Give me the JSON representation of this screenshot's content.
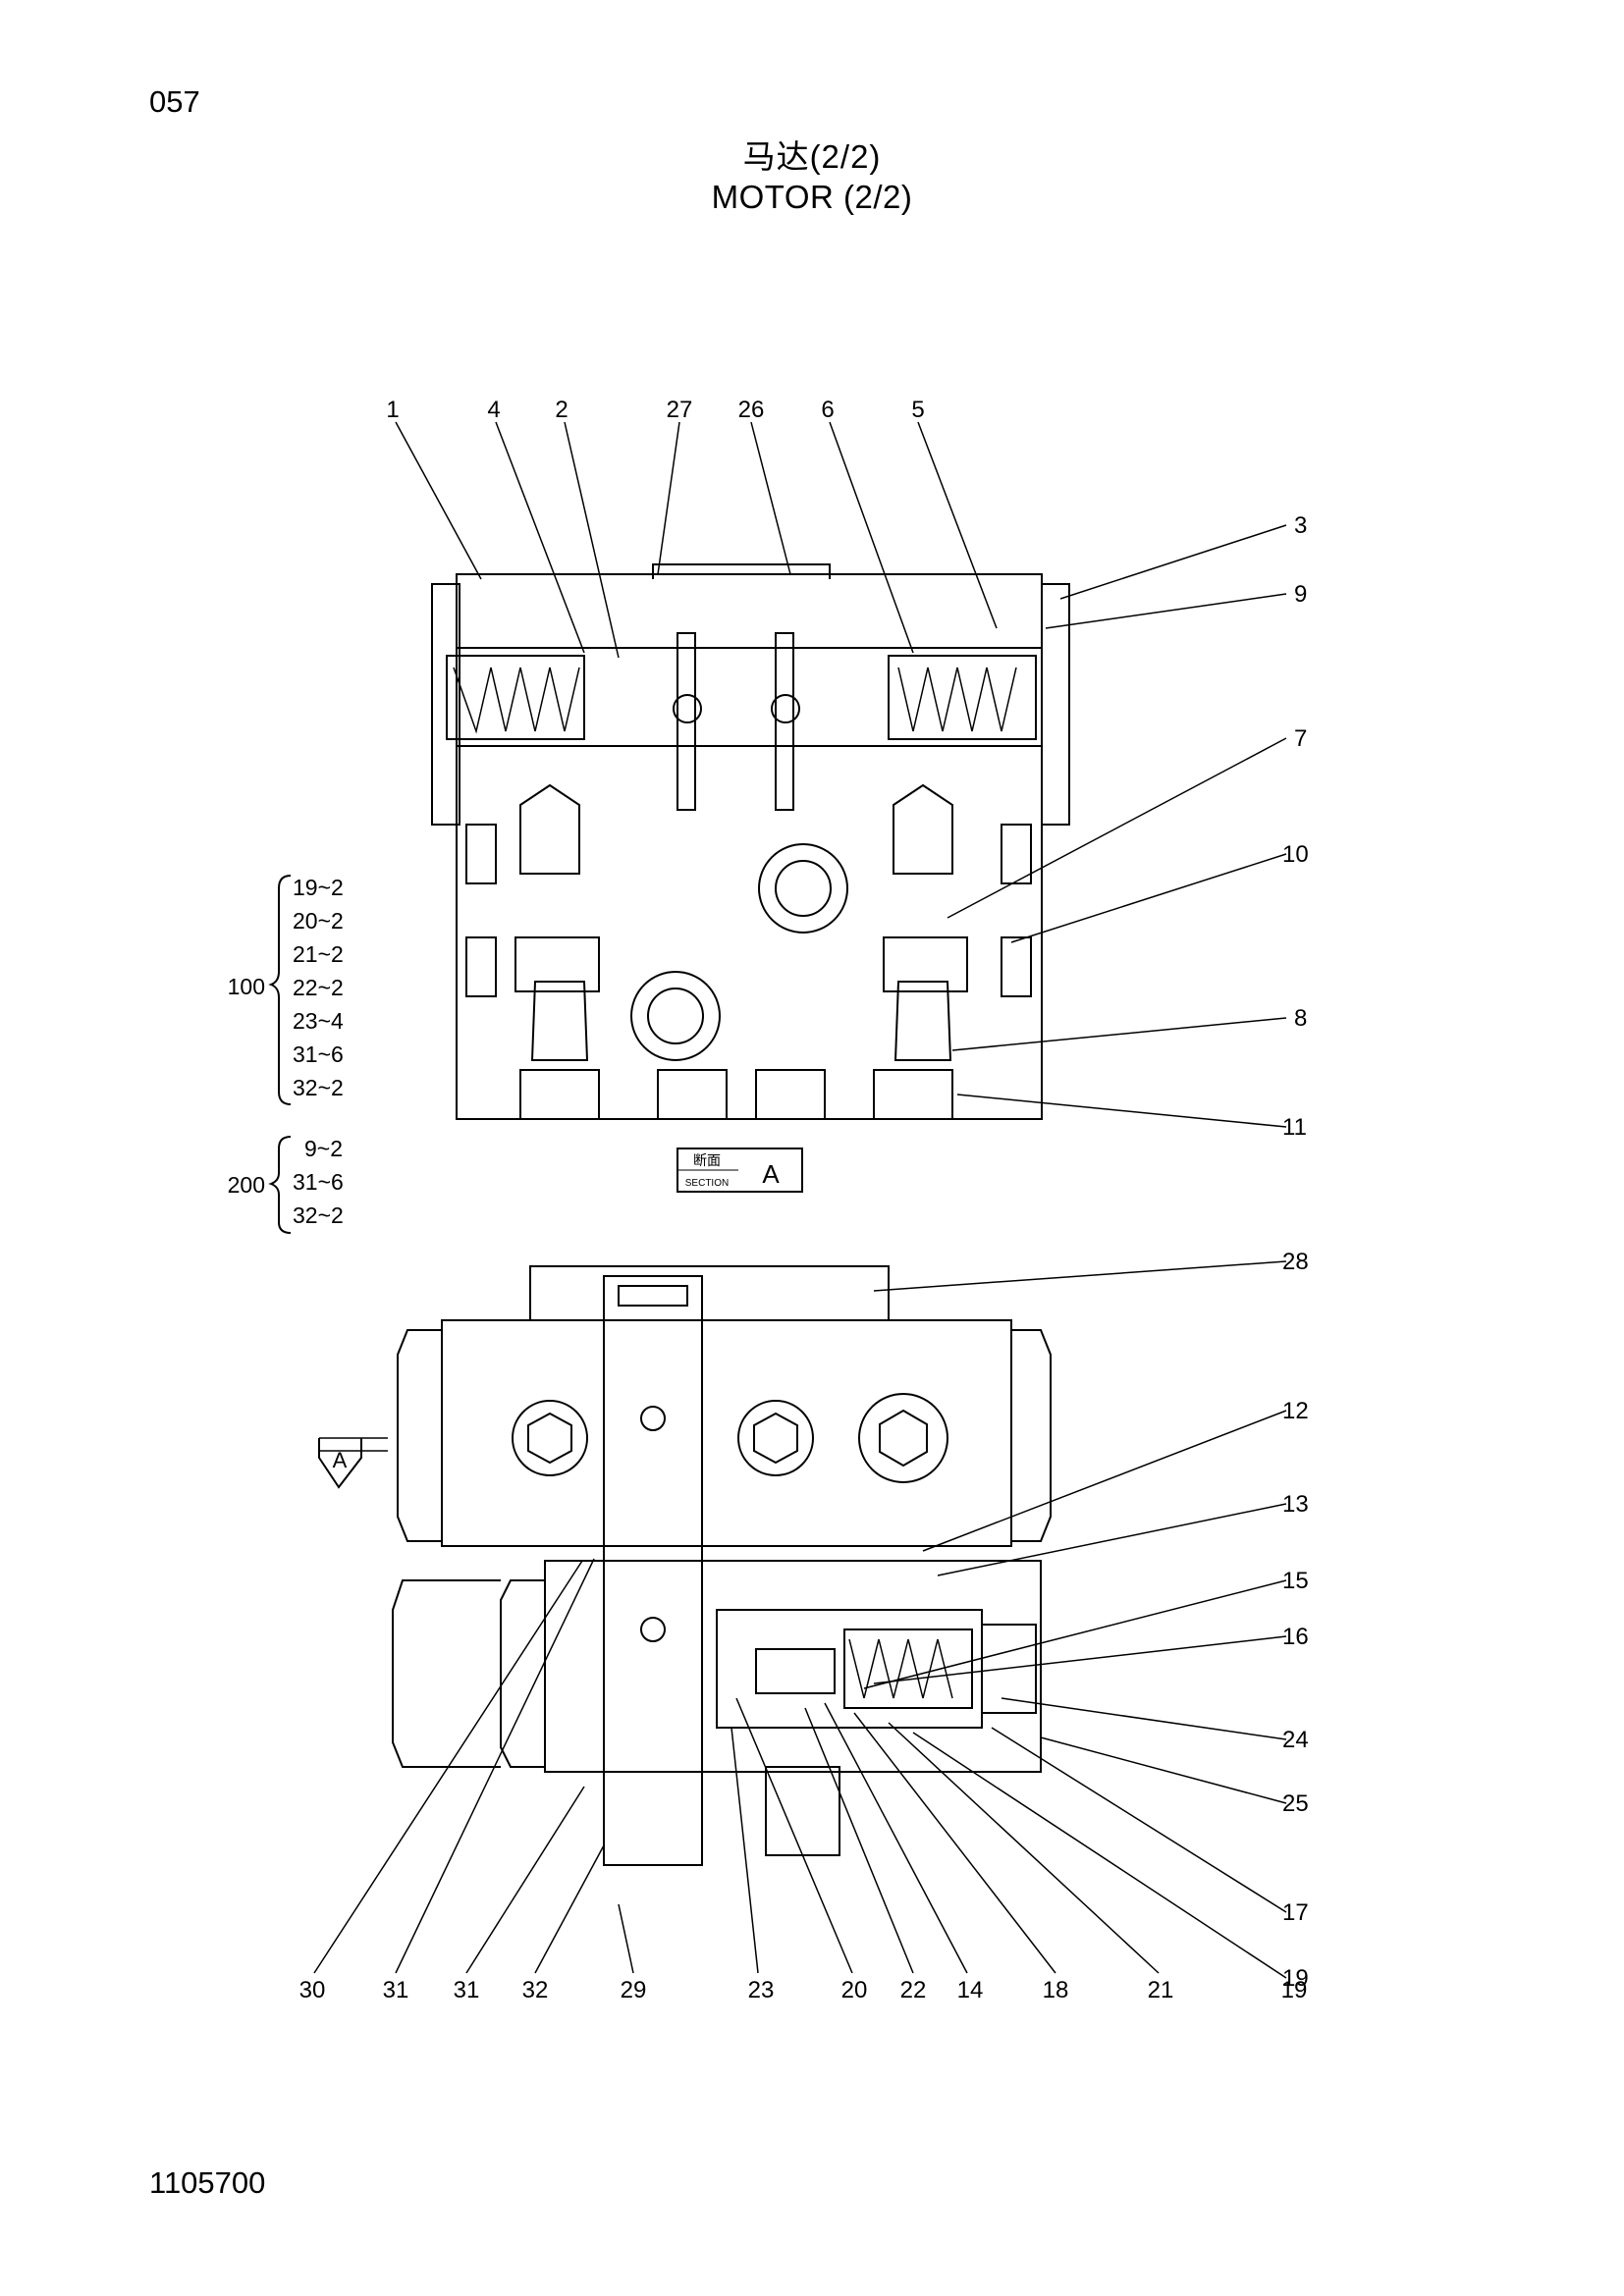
{
  "header": {
    "page_number": "057",
    "title_cn": "马达(2/2)",
    "title_en": "MOTOR (2/2)"
  },
  "footer": {
    "doc_code": "1105700"
  },
  "section_label": {
    "cn": "断面",
    "en": "SECTION",
    "letter": "A"
  },
  "section_arrow_label": "A",
  "groups": [
    {
      "id": "100",
      "items": [
        "19~2",
        "20~2",
        "21~2",
        "22~2",
        "23~4",
        "31~6",
        "32~2"
      ]
    },
    {
      "id": "200",
      "items": [
        "9~2",
        "31~6",
        "32~2"
      ]
    }
  ],
  "callouts_top": [
    "1",
    "4",
    "2",
    "27",
    "26",
    "6",
    "5",
    "3",
    "9",
    "7",
    "10",
    "8",
    "11"
  ],
  "callouts_bottom": [
    "28",
    "12",
    "13",
    "15",
    "16",
    "24",
    "25",
    "17",
    "19",
    "30",
    "31",
    "31",
    "32",
    "29",
    "23",
    "20",
    "22",
    "14",
    "18",
    "21",
    "19"
  ]
}
